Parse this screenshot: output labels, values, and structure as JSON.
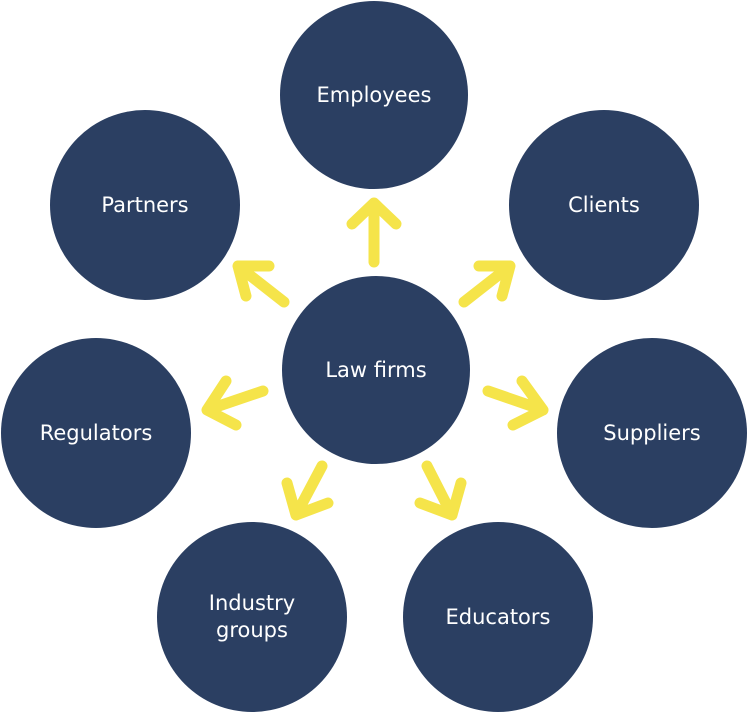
{
  "diagram": {
    "center": {
      "label": "Law firms"
    },
    "nodes": [
      {
        "id": "employees",
        "label": "Employees"
      },
      {
        "id": "clients",
        "label": "Clients"
      },
      {
        "id": "suppliers",
        "label": "Suppliers"
      },
      {
        "id": "educators",
        "label": "Educators"
      },
      {
        "id": "industry-groups",
        "label": "Industry\ngroups"
      },
      {
        "id": "regulators",
        "label": "Regulators"
      },
      {
        "id": "partners",
        "label": "Partners"
      }
    ],
    "colors": {
      "node_fill": "#2b3f62",
      "node_text": "#ffffff",
      "arrow": "#f5e44a"
    }
  }
}
